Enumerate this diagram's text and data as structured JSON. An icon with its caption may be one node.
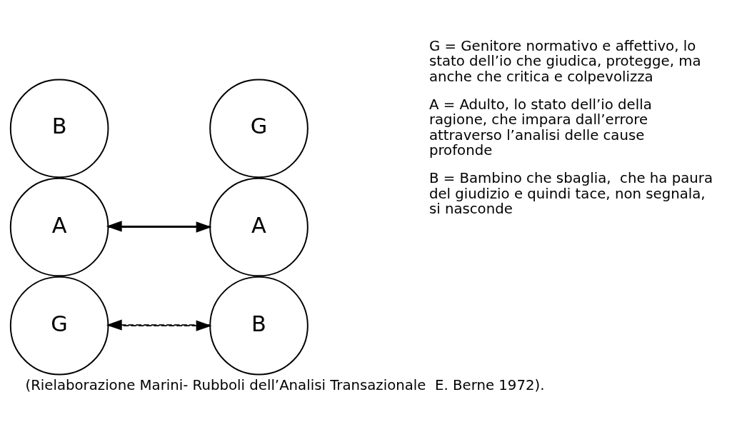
{
  "diagram": {
    "caption": "(Rielaborazione Marini- Rubboli dell’Analisi Transazionale  E. Berne 1972).",
    "nodes": [
      {
        "text": [
          "G"
        ]
      },
      {
        "text": [
          "A"
        ]
      },
      {
        "text": [
          "B"
        ]
      },
      {
        "text": [
          "G"
        ]
      },
      {
        "text": [
          "A"
        ]
      },
      {
        "text": [
          "B"
        ]
      }
    ],
    "edges": [
      {
        "from": 1,
        "to": 4,
        "arrow": "to"
      },
      {
        "from": 4,
        "to": 1,
        "arrow": "to"
      },
      {
        "from": 0,
        "to": 5,
        "arrow": "to",
        "style": "dashed"
      },
      {
        "from": 5,
        "to": 0,
        "arrow": "to",
        "style": "dashed"
      }
    ],
    "labels": [
      "G = Genitore normativo e affettivo, lo stato dell’io che giudica, protegge, ma anche che critica e colpevolizza",
      "A = Adulto, lo stato dell’io della ragione, che impara dall’errore attraverso l’analisi delle cause profonde",
      "B = Bambino che sbaglia,  che ha paura del giudizio e quindi tace, non segnala, si nasconde"
    ]
  }
}
